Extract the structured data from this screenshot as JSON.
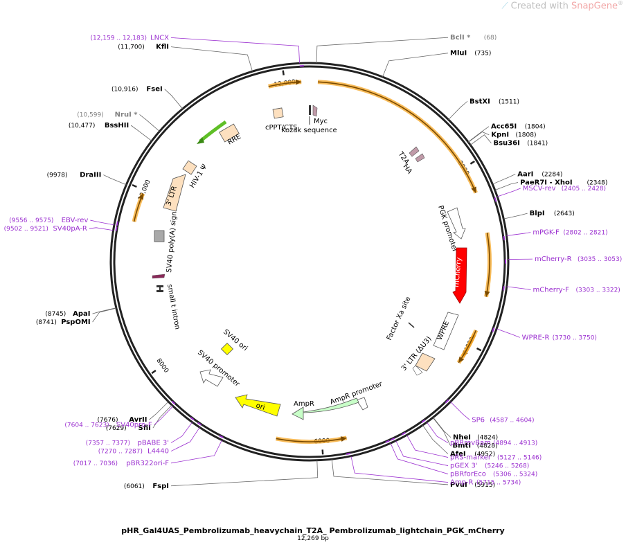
{
  "watermark": {
    "prefix": "Created with ",
    "brand": "SnapGene",
    "mark": "®"
  },
  "plasmid": {
    "name": "pHR_Gal4UAS_Pembrolizumab_heavychain_T2A_ Pembrolizumab_lightchain_PGK_mCherry",
    "size_label": "12,269 bp",
    "total_bp": 12269
  },
  "colors": {
    "backbone": "#222222",
    "enzyme": "#000000",
    "enzyme_nc": "#808080",
    "primer": "#9b30d0",
    "orf": "#f5a623",
    "orf_inner": "#7a4a00",
    "promoter": "#ffffff",
    "ltr": "#fde0bf",
    "mcherry": "#ff0000",
    "ori": "#ffff00",
    "ampr": "#c8ffc8",
    "rre": "#5fbf27"
  },
  "ticks": [
    {
      "bp": 2000,
      "label": "2000"
    },
    {
      "bp": 4000,
      "label": "4000"
    },
    {
      "bp": 6000,
      "label": "6000"
    },
    {
      "bp": 8000,
      "label": "8000"
    },
    {
      "bp": 10000,
      "label": "10,000"
    },
    {
      "bp": 12000,
      "label": "12,000"
    }
  ],
  "enzymes": [
    {
      "name": "BclI *",
      "pos": "(68)",
      "bp": 68,
      "grey": true,
      "text_side": "right"
    },
    {
      "name": "MluI",
      "pos": "(735)",
      "bp": 735,
      "text_side": "right"
    },
    {
      "name": "BstXI",
      "pos": "(1511)",
      "bp": 1511,
      "text_side": "right"
    },
    {
      "name": "Acc65I",
      "pos": "(1804)",
      "bp": 1804,
      "text_side": "right"
    },
    {
      "name": "KpnI",
      "pos": "(1808)",
      "bp": 1808,
      "text_side": "right"
    },
    {
      "name": "Bsu36I",
      "pos": "(1841)",
      "bp": 1841,
      "text_side": "right"
    },
    {
      "name": "AarI",
      "pos": "(2284)",
      "bp": 2284,
      "text_side": "right"
    },
    {
      "name": "PaeR7I - XhoI",
      "pos": "(2348)",
      "bp": 2348,
      "text_side": "right"
    },
    {
      "name": "BlpI",
      "pos": "(2643)",
      "bp": 2643,
      "text_side": "right"
    },
    {
      "name": "NheI",
      "pos": "(4824)",
      "bp": 4824,
      "text_side": "right"
    },
    {
      "name": "BmtI",
      "pos": "(4828)",
      "bp": 4828,
      "text_side": "right"
    },
    {
      "name": "AfeI",
      "pos": "(4952)",
      "bp": 4952,
      "text_side": "right"
    },
    {
      "name": "PvuI",
      "pos": "(5915)",
      "bp": 5915,
      "text_side": "right"
    },
    {
      "name": "FspI",
      "pos": "(6061)",
      "bp": 6061,
      "text_side": "left"
    },
    {
      "name": "SfiI",
      "pos": "(7629)",
      "bp": 7629,
      "text_side": "left"
    },
    {
      "name": "AvrII",
      "pos": "(7676)",
      "bp": 7676,
      "text_side": "left"
    },
    {
      "name": "PspOMI",
      "pos": "(8741)",
      "bp": 8741,
      "text_side": "left"
    },
    {
      "name": "ApaI",
      "pos": "(8745)",
      "bp": 8745,
      "text_side": "left"
    },
    {
      "name": "DraIII",
      "pos": "(9978)",
      "bp": 9978,
      "text_side": "left"
    },
    {
      "name": "BssHII",
      "pos": "(10,477)",
      "bp": 10477,
      "text_side": "left"
    },
    {
      "name": "NruI *",
      "pos": "(10,599)",
      "bp": 10599,
      "grey": true,
      "text_side": "left"
    },
    {
      "name": "FseI",
      "pos": "(10,916)",
      "bp": 10916,
      "text_side": "left"
    },
    {
      "name": "KflI",
      "pos": "(11,700)",
      "bp": 11700,
      "text_side": "left"
    }
  ],
  "primers": [
    {
      "name": "LNCX",
      "pos": "(12,159 .. 12,183)",
      "bp": 12171,
      "text_side": "left"
    },
    {
      "name": "MSCV-rev",
      "pos": "(2405 .. 2428)",
      "bp": 2416,
      "text_side": "right"
    },
    {
      "name": "mPGK-F",
      "pos": "(2802 .. 2821)",
      "bp": 2811,
      "text_side": "right"
    },
    {
      "name": "mCherry-R",
      "pos": "(3035 .. 3053)",
      "bp": 3044,
      "text_side": "right"
    },
    {
      "name": "mCherry-F",
      "pos": "(3303 .. 3322)",
      "bp": 3312,
      "text_side": "right"
    },
    {
      "name": "WPRE-R",
      "pos": "(3730 .. 3750)",
      "bp": 3740,
      "text_side": "right"
    },
    {
      "name": "SP6",
      "pos": "(4587 .. 4604)",
      "bp": 4595,
      "text_side": "right"
    },
    {
      "name": "pBRrevBam",
      "pos": "(4894 .. 4913)",
      "bp": 4903,
      "text_side": "right"
    },
    {
      "name": "pRS-marker",
      "pos": "(5127 .. 5146)",
      "bp": 5136,
      "text_side": "right"
    },
    {
      "name": "pGEX 3'",
      "pos": "(5246 .. 5268)",
      "bp": 5257,
      "text_side": "right"
    },
    {
      "name": "pBRforEco",
      "pos": "(5306 .. 5324)",
      "bp": 5315,
      "text_side": "right"
    },
    {
      "name": "Amp-R",
      "pos": "(5715 .. 5734)",
      "bp": 5724,
      "text_side": "right"
    },
    {
      "name": "pBR322ori-F",
      "pos": "(7017 .. 7036)",
      "bp": 7026,
      "text_side": "left"
    },
    {
      "name": "L4440",
      "pos": "(7270 .. 7287)",
      "bp": 7278,
      "text_side": "left"
    },
    {
      "name": "pBABE 3'",
      "pos": "(7357 .. 7377)",
      "bp": 7367,
      "text_side": "left"
    },
    {
      "name": "SV40pro-F",
      "pos": "(7604 .. 7623)",
      "bp": 7613,
      "text_side": "left"
    },
    {
      "name": "SV40pA-R",
      "pos": "(9502 .. 9521)",
      "bp": 9511,
      "text_side": "left"
    },
    {
      "name": "EBV-rev",
      "pos": "(9556 .. 9575)",
      "bp": 9565,
      "text_side": "left"
    }
  ],
  "orfs": [
    {
      "start": 11820,
      "end": 12180,
      "dir": 1
    },
    {
      "start": 90,
      "end": 2300,
      "dir": 1
    },
    {
      "start": 2750,
      "end": 3450,
      "dir": 1
    },
    {
      "start": 3830,
      "end": 4150,
      "dir": 1
    },
    {
      "start": 3880,
      "end": 4230,
      "dir": 1
    },
    {
      "start": 5730,
      "end": 6500,
      "dir": -1
    },
    {
      "start": 9640,
      "end": 9960,
      "dir": 1
    }
  ],
  "features": [
    {
      "name": "RRE",
      "type": "rre_box"
    },
    {
      "name": "",
      "type": "rre_arrow"
    },
    {
      "name": "cPPT/CTS",
      "type": "small_box"
    },
    {
      "name": "Myc",
      "type": "tag"
    },
    {
      "name": "Kozak sequence",
      "type": "tag"
    },
    {
      "name": "T2A",
      "type": "tag"
    },
    {
      "name": "HA",
      "type": "tag"
    },
    {
      "name": "PGK promoter",
      "type": "promoter"
    },
    {
      "name": "mCherry",
      "type": "cds"
    },
    {
      "name": "Factor Xa site",
      "type": "tag"
    },
    {
      "name": "WPRE",
      "type": "promoter"
    },
    {
      "name": "3' LTR (ΔU3)",
      "type": "ltr"
    },
    {
      "name": "AmpR promoter",
      "type": "promoter"
    },
    {
      "name": "AmpR",
      "type": "cds"
    },
    {
      "name": "ori",
      "type": "cds"
    },
    {
      "name": "SV40 promoter",
      "type": "promoter"
    },
    {
      "name": "SV40 ori",
      "type": "small_box"
    },
    {
      "name": "small t intron",
      "type": "tag"
    },
    {
      "name": "SV40 poly(A) signal",
      "type": "small_box"
    },
    {
      "name": "3' LTR",
      "type": "ltr"
    },
    {
      "name": "HIV-1 Ψ",
      "type": "ltr"
    }
  ]
}
